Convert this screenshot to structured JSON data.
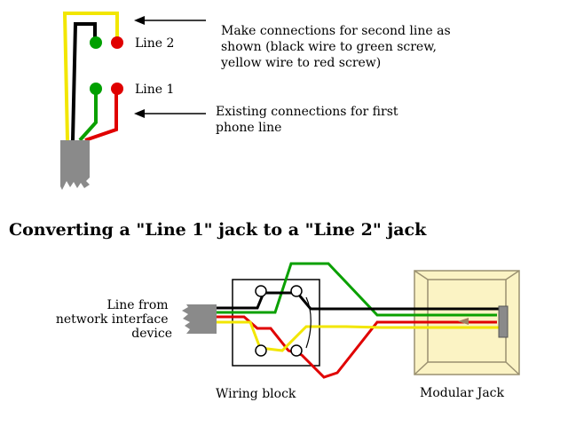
{
  "top_diagram": {
    "line2_label": "Line 2",
    "line1_label": "Line 1",
    "note_second_line": [
      "Make connections for second line as",
      "shown (black wire to green screw,",
      "yellow wire to red screw)"
    ],
    "note_first_line": [
      "Existing connections for first",
      "phone line"
    ]
  },
  "section_title": "Converting a \"Line 1\" jack to a \"Line 2\" jack",
  "bottom_diagram": {
    "source_label": [
      "Line from",
      "network interface",
      "device"
    ],
    "wiring_block_label": "Wiring block",
    "modular_jack_label": "Modular Jack"
  },
  "colors": {
    "yellow_wire": "#f2e600",
    "black_wire": "#000000",
    "green_wire": "#0aa000",
    "red_wire": "#e00000",
    "cable": "#8a8a8a",
    "jack_fill": "#fbf3c4",
    "jack_stroke": "#9a9070",
    "terminal_green": "#00a000",
    "terminal_red": "#e00000"
  }
}
